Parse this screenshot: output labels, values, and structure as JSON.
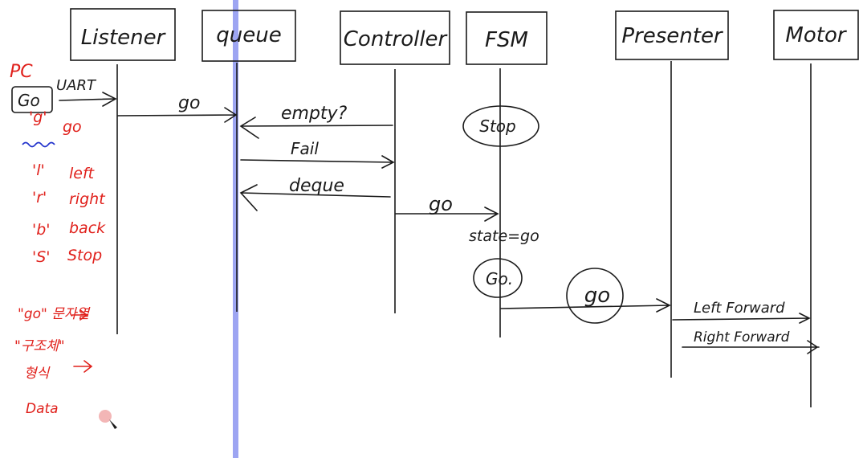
{
  "colors": {
    "ink": "#1a1a1a",
    "annotation": "#e0201b",
    "wavy": "#2233cc",
    "highlight": "#8c95f0",
    "cursor": "#f3b6b6"
  },
  "participants": {
    "listener": "Listener",
    "queue": "queue",
    "controller": "Controller",
    "fsm": "FSM",
    "presenter": "Presenter",
    "motor": "Motor"
  },
  "messages": {
    "uart": "UART",
    "go_to_queue": "go",
    "empty_check": "empty?",
    "fail": "Fail",
    "deque": "deque",
    "go_to_fsm": "go",
    "state_go": "state=go",
    "left_forward": "Left Forward",
    "right_forward": "Right Forward"
  },
  "states": {
    "stop": "Stop",
    "go_state": "Go.",
    "go_event": "go"
  },
  "pc": {
    "label": "PC",
    "go_button": "Go",
    "commands": [
      {
        "key": "'g'",
        "meaning": "go"
      },
      {
        "key": "'l'",
        "meaning": "left"
      },
      {
        "key": "'r'",
        "meaning": "right"
      },
      {
        "key": "'b'",
        "meaning": "back"
      },
      {
        "key": "'S'",
        "meaning": "Stop"
      }
    ],
    "notes": [
      "\"go\" 문자열",
      "\"구조체\"",
      "형식",
      "Data"
    ]
  }
}
